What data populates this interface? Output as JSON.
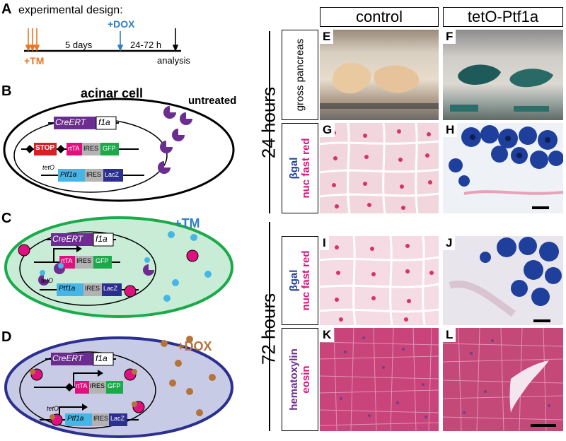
{
  "panel_letters": {
    "A": "A",
    "B": "B",
    "C": "C",
    "D": "D",
    "E": "E",
    "F": "F",
    "G": "G",
    "H": "H",
    "I": "I",
    "J": "J",
    "K": "K",
    "L": "L"
  },
  "timeline": {
    "title": "experimental design:",
    "tm": "+TM",
    "dox": "+DOX",
    "interval1": "5 days",
    "interval2": "24-72 h",
    "end": "analysis"
  },
  "cells": {
    "acinar_title": "acinar cell",
    "untreated": "untreated",
    "tm": "+TM",
    "dox": "+DOX",
    "creert": "CreERT",
    "f1a": "f1a",
    "stop": "STOP",
    "rtta": "rtTA",
    "ires": "IRES",
    "gfp": "GFP",
    "teto": "tetO",
    "ptf1a": "Ptf1a",
    "lacz": "LacZ"
  },
  "columns": {
    "control": "control",
    "treated": "tetO-Ptf1a"
  },
  "timepoints": {
    "h24": "24 hours",
    "h72": "72 hours"
  },
  "stains": {
    "gross": "gross pancreas",
    "bgal": "βgal",
    "nfr": "nuc fast red",
    "hema": "hematoxylin",
    "eosin": "eosin"
  },
  "colors": {
    "tm": "#e87722",
    "dox": "#2e7fc2",
    "purple": "#6b2d90",
    "pink": "#e0117f",
    "xgal": "#1f3f9c",
    "green_cell": "#c9ecd6",
    "green_border": "#1aaa4a",
    "blue_cell": "#c7cbe6",
    "blue_border": "#2b2f8f",
    "brown": "#b5733a",
    "teal": "#46b6e6"
  }
}
